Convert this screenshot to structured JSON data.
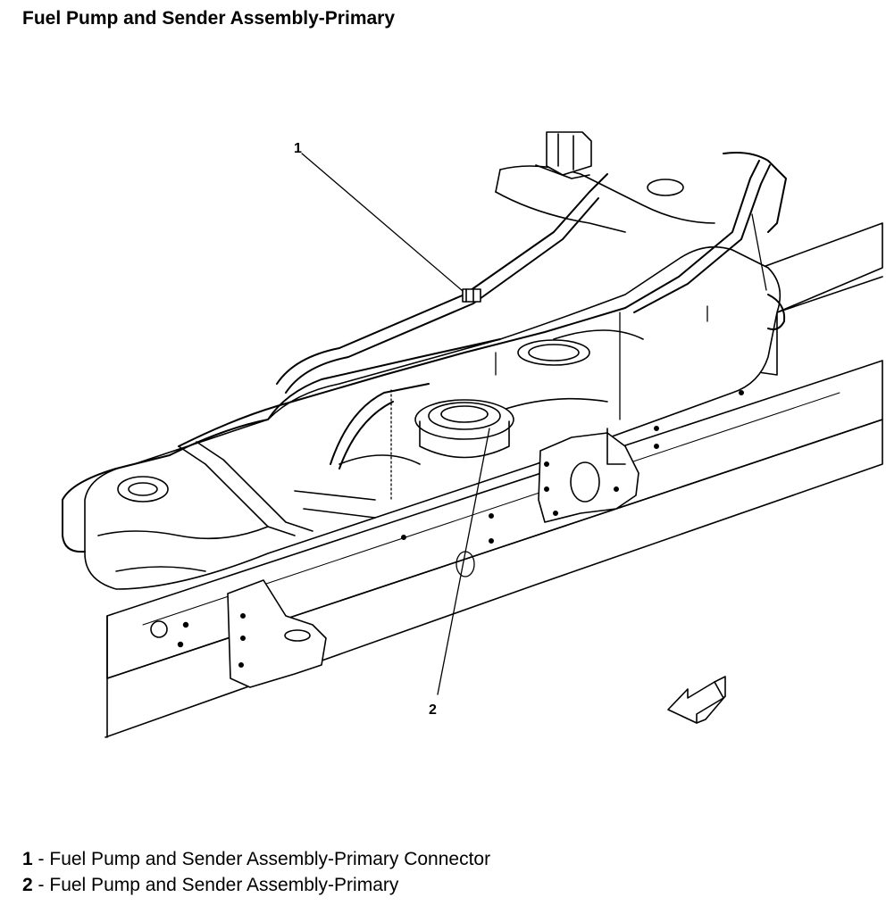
{
  "title": "Fuel Pump and Sender Assembly-Primary",
  "callouts": [
    {
      "number": "1",
      "description": "Fuel Pump and Sender Assembly-Primary Connector"
    },
    {
      "number": "2",
      "description": "Fuel Pump and Sender Assembly-Primary"
    }
  ],
  "legend_separator": "-",
  "icons": {
    "direction": "front-direction-arrow-icon"
  }
}
